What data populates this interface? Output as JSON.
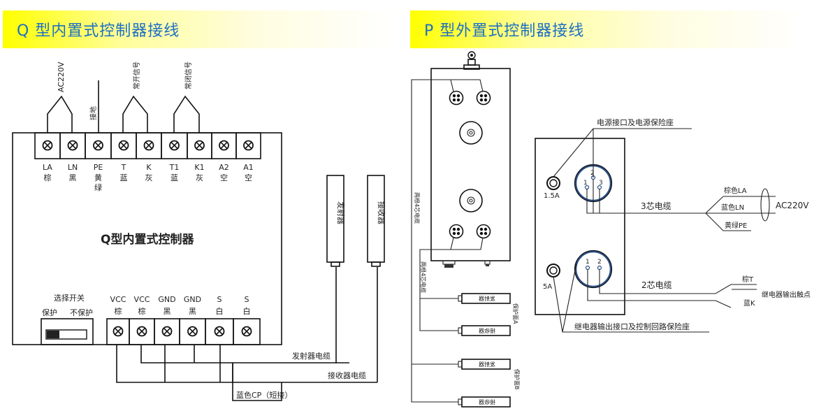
{
  "headers": {
    "left": "Q 型内置式控制器接线",
    "right": "P 型外置式控制器接线"
  },
  "q_controller": {
    "title": "Q型内置式控制器",
    "top_groups": {
      "power": "AC220V",
      "ground": "接地",
      "normally_open": "常开信号",
      "normally_closed": "常闭信号"
    },
    "top_terminals": [
      {
        "code": "LA",
        "color": "棕"
      },
      {
        "code": "LN",
        "color": "黑"
      },
      {
        "code": "PE",
        "color": "黄绿"
      },
      {
        "code": "T",
        "color": "蓝"
      },
      {
        "code": "K",
        "color": "灰"
      },
      {
        "code": "T1",
        "color": "蓝"
      },
      {
        "code": "K1",
        "color": "灰"
      },
      {
        "code": "A2",
        "color": "空"
      },
      {
        "code": "A1",
        "color": "空"
      }
    ],
    "switch": {
      "title": "选择开关",
      "option_on": "保护",
      "option_off": "不保护",
      "state": "保护"
    },
    "bottom_terminals": [
      {
        "code": "VCC",
        "color": "棕"
      },
      {
        "code": "VCC",
        "color": "棕"
      },
      {
        "code": "GND",
        "color": "黑"
      },
      {
        "code": "GND",
        "color": "黑"
      },
      {
        "code": "S",
        "color": "白"
      },
      {
        "code": "S",
        "color": "白"
      }
    ],
    "emitter_label": "发射器",
    "receiver_label": "接收器",
    "emitter_cable": "发射器电缆",
    "receiver_cable": "接收器电缆",
    "short_label": "蓝色CP（短接）"
  },
  "p_controller": {
    "cable_label_top": "两根4芯电缆",
    "cable_label_bottom": "两根4芯电缆",
    "face_a": "保护面A",
    "face_b": "保护面B",
    "emitter_label": "发射器",
    "receiver_label": "接收器",
    "power_port_label": "电源接口及电源保险座",
    "fuse_power": "1.5A",
    "fuse_relay": "5A",
    "pins_power": [
      "1",
      "2",
      "3"
    ],
    "pins_relay": [
      "1",
      "2"
    ],
    "cable_3core": "3芯电缆",
    "cable_2core": "2芯电缆",
    "wire_la": "棕色LA",
    "wire_ln": "蓝色LN",
    "wire_pe": "黄绿PE",
    "ac_label": "AC220V",
    "wire_t": "棕T",
    "wire_k": "蓝K",
    "relay_contact": "继电器输出触点",
    "relay_port_label": "继电器输出接口及控制回路保险座"
  },
  "colors": {
    "header_text": "#1c6fc4",
    "header_bg": "#ffff00",
    "connector_ring": "#2a4f86"
  }
}
